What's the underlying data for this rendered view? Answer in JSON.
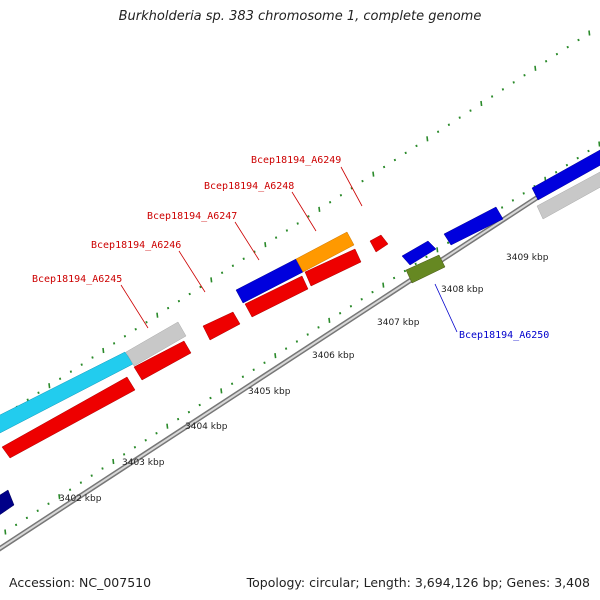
{
  "title": "Burkholderia sp. 383 chromosome 1, complete genome",
  "footer": {
    "accession": "Accession: NC_007510",
    "stats": "Topology: circular; Length: 3,694,126 bp; Genes: 3,408"
  },
  "colors": {
    "backbone": "#888888",
    "tick": "#2a8a2a",
    "gene_red": "#ee0000",
    "gene_blue": "#0000dd",
    "gene_orange": "#ff9900",
    "gene_cyan": "#22ccee",
    "gene_gray": "#c8c8c8",
    "gene_olive": "#668822",
    "gene_navy": "#000088",
    "label_red": "#cc0000",
    "label_blue": "#0000cc"
  },
  "kbp_labels": [
    "3402 kbp",
    "3403 kbp",
    "3404 kbp",
    "3405 kbp",
    "3406 kbp",
    "3407 kbp",
    "3408 kbp",
    "3409 kbp"
  ],
  "gene_labels": [
    {
      "id": "Bcep18194_A6245",
      "color": "label_red"
    },
    {
      "id": "Bcep18194_A6246",
      "color": "label_red"
    },
    {
      "id": "Bcep18194_A6247",
      "color": "label_red"
    },
    {
      "id": "Bcep18194_A6248",
      "color": "label_red"
    },
    {
      "id": "Bcep18194_A6249",
      "color": "label_red"
    },
    {
      "id": "Bcep18194_A6250",
      "color": "label_blue"
    }
  ]
}
